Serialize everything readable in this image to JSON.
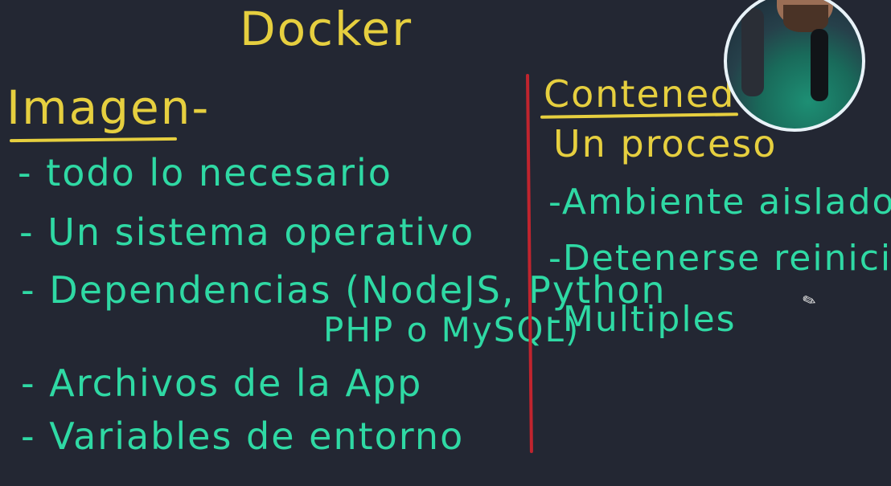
{
  "title": "Docker",
  "imagen": {
    "heading": "Imagen-",
    "items": [
      "- todo lo necesario",
      "- Un sistema operativo",
      "- Dependencias (NodeJS, Python",
      "PHP o MySQL)",
      "- Archivos de la App",
      "- Variables de entorno"
    ]
  },
  "contenedor": {
    "heading": "Contenedor",
    "subheading": "Un proceso",
    "items": [
      "-Ambiente aislado",
      "-Detenerse reiniciar",
      "-Multiples"
    ]
  },
  "colors": {
    "background": "#232733",
    "heading_yellow": "#e6cf3f",
    "text_green": "#2fd9a4",
    "divider_red": "#c0242e"
  },
  "icons": {
    "cursor": "pen-cursor-icon",
    "webcam": "presenter-webcam"
  }
}
